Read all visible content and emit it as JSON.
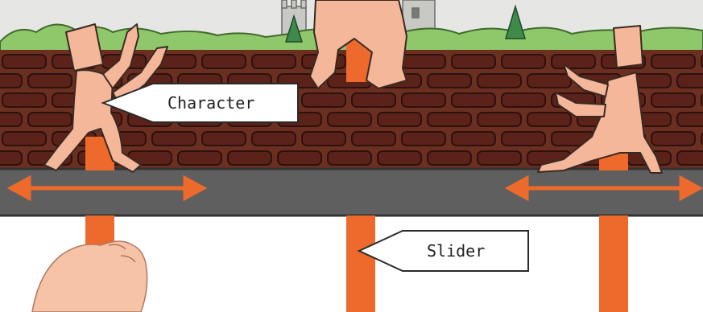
{
  "labels": {
    "character": "Character",
    "slider": "Slider"
  },
  "colors": {
    "sky": "#e6e6e4",
    "hedge": "#8fc86a",
    "wall": "#6b2f22",
    "brick": "#5a2219",
    "mortar": "#3a1712",
    "road": "#5f5f5f",
    "arrow": "#ee6a2c",
    "slider": "#ee6a2c",
    "skin": "#f5b79a",
    "outline": "#3a2a22"
  },
  "icons": [
    "character-figure",
    "double-arrow-icon",
    "slider-stick",
    "hand-icon",
    "tree-icon",
    "castle-tower-icon"
  ]
}
